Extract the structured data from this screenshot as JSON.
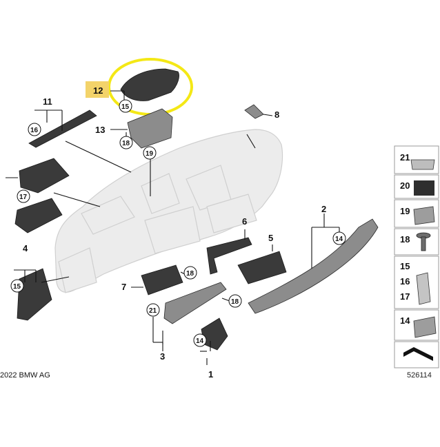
{
  "callouts": {
    "c1": "1",
    "c2": "2",
    "c3": "3",
    "c4": "4",
    "c5": "5",
    "c6": "6",
    "c7": "7",
    "c8": "8",
    "c11": "11",
    "c12": "12",
    "c13": "13",
    "c14a": "14",
    "c14b": "14",
    "c15a": "15",
    "c15b": "15",
    "c16": "16",
    "c17": "17",
    "c18a": "18",
    "c18b": "18",
    "c18c": "18",
    "c19": "19",
    "c21": "21"
  },
  "legend": {
    "items": [
      {
        "label": "21"
      },
      {
        "label": "20"
      },
      {
        "label": "19"
      },
      {
        "label": "18"
      },
      {
        "label": "15"
      },
      {
        "label": "16"
      },
      {
        "label": "17"
      },
      {
        "label": "14"
      }
    ]
  },
  "footer": {
    "copyright": "2022 BMW AG",
    "diagram_id": "526114"
  },
  "colors": {
    "highlight_ring": "#f4e816",
    "highlight_fill": "#f3d36a",
    "part_dark": "#3a3a3a",
    "dashboard_light": "#ececec"
  }
}
